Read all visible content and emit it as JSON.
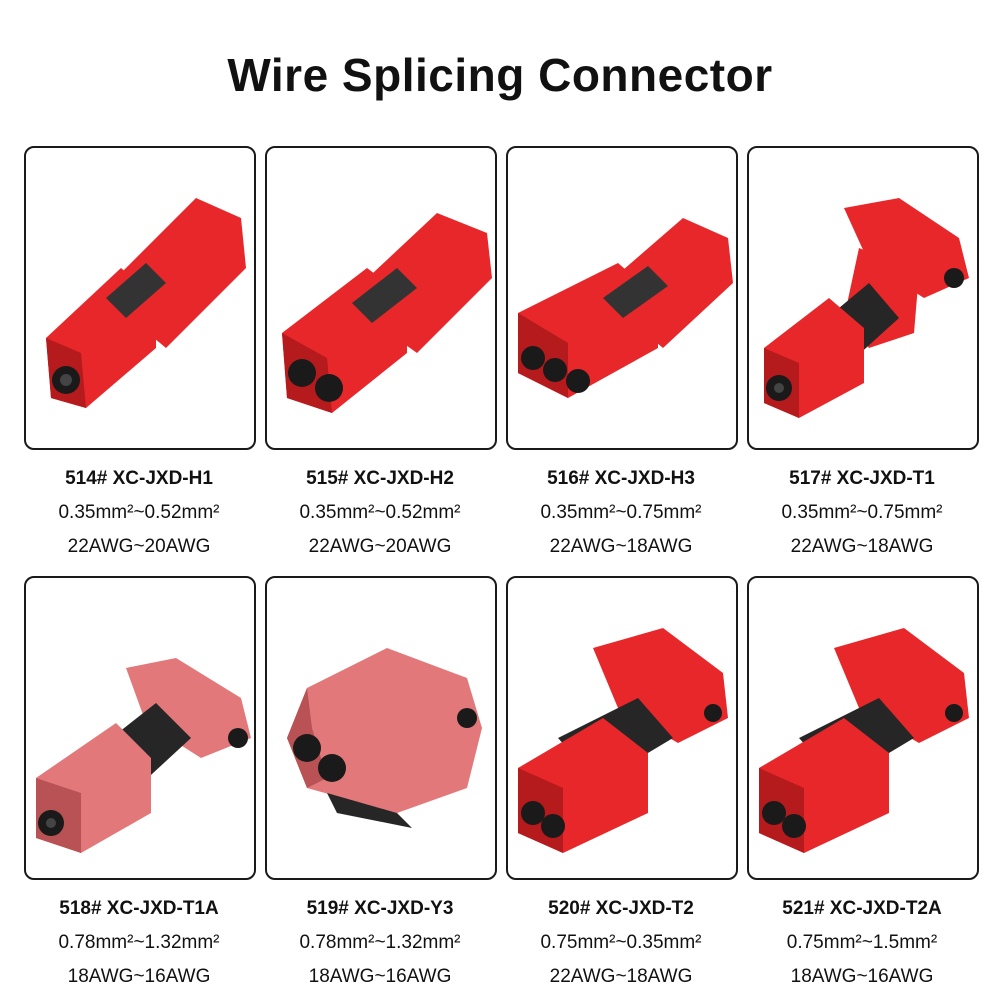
{
  "title": "Wire Splicing Connector",
  "colors": {
    "red": "#e8272a",
    "red_dark": "#b51a1d",
    "pink": "#e2787a",
    "pink_dark": "#b85254",
    "black": "#262626"
  },
  "products": [
    {
      "model": "514# XC-JXD-H1",
      "section": "0.35mm²~0.52mm²",
      "awg": "22AWG~20AWG",
      "shape": "inline-1",
      "color": "red"
    },
    {
      "model": "515# XC-JXD-H2",
      "section": "0.35mm²~0.52mm²",
      "awg": "22AWG~20AWG",
      "shape": "inline-2",
      "color": "red"
    },
    {
      "model": "516# XC-JXD-H3",
      "section": "0.35mm²~0.75mm²",
      "awg": "22AWG~18AWG",
      "shape": "inline-3",
      "color": "red"
    },
    {
      "model": "517# XC-JXD-T1",
      "section": "0.35mm²~0.75mm²",
      "awg": "22AWG~18AWG",
      "shape": "tee-1",
      "color": "red"
    },
    {
      "model": "518# XC-JXD-T1A",
      "section": "0.78mm²~1.32mm²",
      "awg": "18AWG~16AWG",
      "shape": "tee-1",
      "color": "pink"
    },
    {
      "model": "519# XC-JXD-Y3",
      "section": "0.78mm²~1.32mm²",
      "awg": "18AWG~16AWG",
      "shape": "y-2",
      "color": "pink"
    },
    {
      "model": "520# XC-JXD-T2",
      "section": "0.75mm²~0.35mm²",
      "awg": "22AWG~18AWG",
      "shape": "tee-2",
      "color": "red"
    },
    {
      "model": "521# XC-JXD-T2A",
      "section": "0.75mm²~1.5mm²",
      "awg": "18AWG~16AWG",
      "shape": "tee-2",
      "color": "red"
    }
  ]
}
